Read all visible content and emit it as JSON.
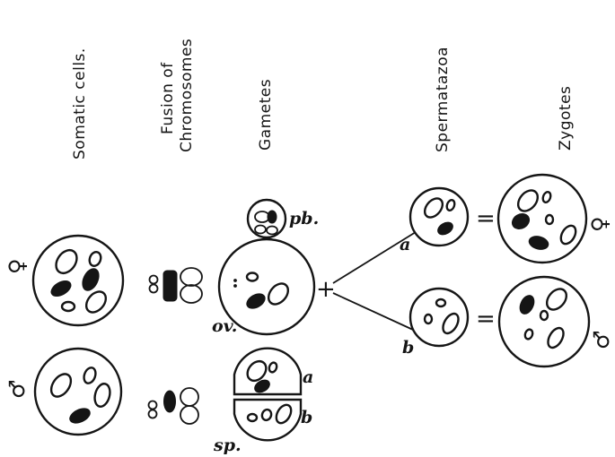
{
  "headers": {
    "somatic": "Somatic cells.",
    "fusion_line1": "Fusion of",
    "fusion_line2": "Chromosomes",
    "gametes": "Gametes",
    "spermatozoa": "Spermatazoa",
    "zygotes": "Zygotes"
  },
  "labels": {
    "polar_body": "pb.",
    "ovum": "ov.",
    "sperm": "sp.",
    "sperm_a": "a",
    "sperm_b": "b",
    "spermatozoon_a": "a",
    "spermatozoon_b": "b"
  },
  "symbols": {
    "female": "♀",
    "male": "♂",
    "plus": "+",
    "equals": "="
  }
}
